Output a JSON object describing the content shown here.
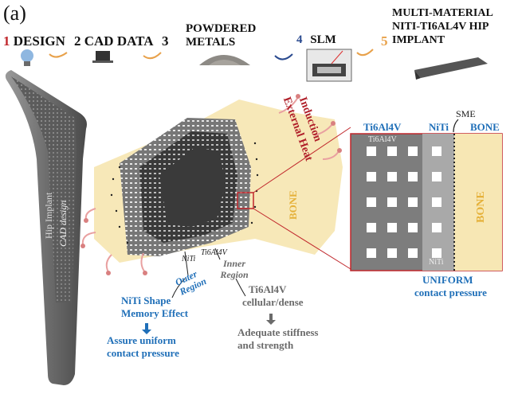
{
  "panel_label": "(a)",
  "steps": [
    {
      "num": "1",
      "label": "DESIGN"
    },
    {
      "num": "2",
      "label": "CAD DATA"
    },
    {
      "num": "3",
      "label": "POWDERED METALS"
    },
    {
      "num": "4",
      "label": "SLM"
    },
    {
      "num": "5",
      "label": "MULTI-MATERIAL NITI-TI6AL4V HIP IMPLANT"
    }
  ],
  "implant_labels": {
    "line1": "Hip Implant",
    "line2": "CAD design"
  },
  "heat_label": {
    "line1": "External Heat",
    "line2": "Induction"
  },
  "bone_label": "BONE",
  "region_labels": {
    "niti": "NiTi",
    "ti6al4v": "Ti6Al4V",
    "outer": "Outer Region",
    "inner": "Inner Region"
  },
  "outer_notes": {
    "line1": "NiTi Shape",
    "line2": "Memory Effect",
    "line3": "Assure uniform",
    "line4": "contact pressure"
  },
  "inner_notes": {
    "line1": "Ti6Al4V",
    "line2": "cellular/dense",
    "line3": "Adequate stiffness",
    "line4": "and strength"
  },
  "zoom": {
    "sme": "SME",
    "ti_header": "Ti6Al4V",
    "niti_header": "NiTi",
    "bone_header": "BONE",
    "ti_inner": "Ti6Al4V",
    "niti_inner": "NiTi",
    "bone_inner": "BONE",
    "caption1": "UNIFORM",
    "caption2": "contact pressure"
  },
  "colors": {
    "red": "#c0262b",
    "blue": "#1f6fb8",
    "bone": "#f7e7b4",
    "gray": "#6b6b6b"
  }
}
